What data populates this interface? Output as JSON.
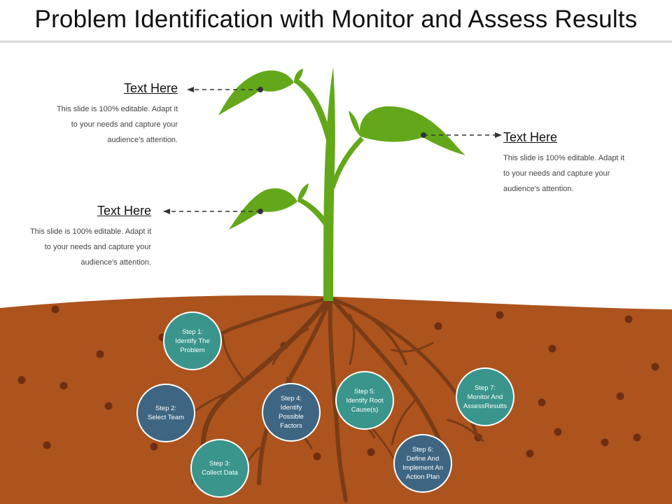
{
  "title": "Problem Identification with Monitor and Assess Results",
  "colors": {
    "soil": "#ad531e",
    "root": "#7a3c16",
    "leaf": "#63a81a",
    "teal": "#3a958c",
    "blue": "#3e6683"
  },
  "callouts": [
    {
      "title": "Text Here",
      "body_lines": [
        "This slide is 100% editable. Adapt it",
        "to your needs and capture your",
        "audience's attention."
      ]
    },
    {
      "title": "Text Here",
      "body_lines": [
        "This slide is 100% editable. Adapt it",
        "to your needs and capture your",
        "audience's attention."
      ]
    },
    {
      "title": "Text Here",
      "body_lines": [
        "This slide is 100% editable. Adapt it",
        "to your needs and capture your",
        "audience's attention."
      ]
    }
  ],
  "steps": [
    {
      "lines": [
        "Step 1:",
        "Identify The",
        "Problem"
      ],
      "color": "teal"
    },
    {
      "lines": [
        "Step 2:",
        "Select Team"
      ],
      "color": "blue"
    },
    {
      "lines": [
        "Step 3:",
        "Collect Data"
      ],
      "color": "teal"
    },
    {
      "lines": [
        "Step 4:",
        "Identify Possible",
        "Factors"
      ],
      "color": "blue"
    },
    {
      "lines": [
        "Step 5:",
        "Identify Root",
        "Cause(s)"
      ],
      "color": "teal"
    },
    {
      "lines": [
        "Step 6:",
        "Define And",
        "Implement  An",
        "Action Plan"
      ],
      "color": "blue"
    },
    {
      "lines": [
        "Step 7:",
        "Monitor  And",
        "AssessResults"
      ],
      "color": "teal"
    }
  ]
}
